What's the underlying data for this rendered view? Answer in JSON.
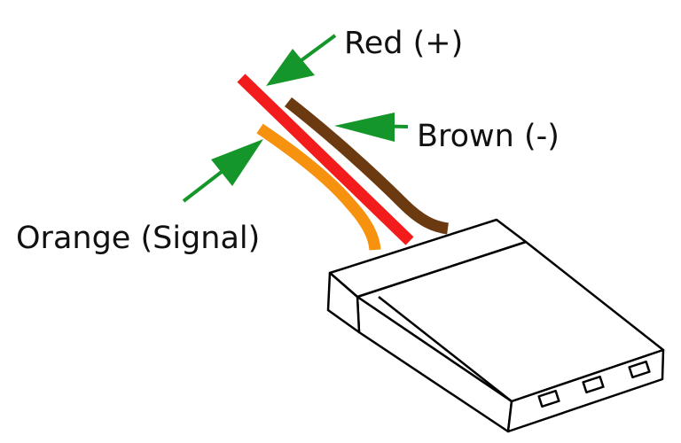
{
  "labels": {
    "red": "Red (+)",
    "brown": "Brown (-)",
    "orange": "Orange (Signal)"
  },
  "colors": {
    "red_wire": "#f21c1c",
    "brown_wire": "#6b3a10",
    "orange_wire": "#f7920f",
    "arrow": "#15962a",
    "outline": "#000000"
  },
  "connector": {
    "pin_slots": 3
  }
}
